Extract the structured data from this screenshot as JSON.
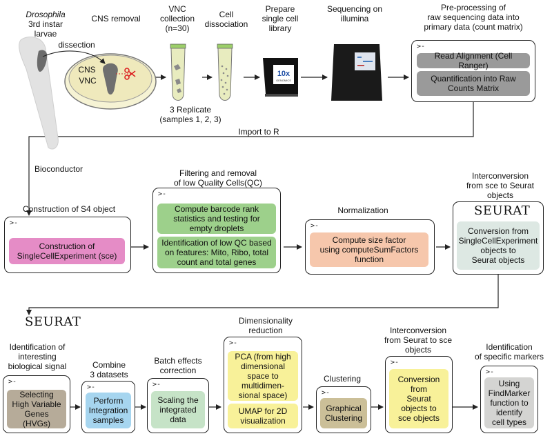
{
  "colors": {
    "gray": "#9a9a9a",
    "pink": "#e58cc6",
    "green": "#9dd08b",
    "peach": "#f6c7ac",
    "mint": "#dde8e3",
    "taupe": "#b6ab99",
    "blue": "#a6d5ef",
    "lightgreen": "#c6e3c7",
    "yellow": "#f8f199",
    "khaki": "#cbbf98",
    "lightgray": "#d4d4d2",
    "mauve": "#d7c6d2"
  },
  "top": {
    "larvae_species": "Drosophila",
    "larvae_stage": "3rd instar larvae",
    "cns_removal": "CNS removal",
    "dissection": "dissection",
    "cns": "CNS",
    "vnc": "VNC",
    "vnc_collection": "VNC\ncollection\n(n=30)",
    "cell_dissociation": "Cell\ndissociation",
    "prepare_library": "Prepare\nsingle cell\nlibrary",
    "sequencing": "Sequencing on\nillumina",
    "replicate": "3 Replicate\n(samples 1, 2, 3)",
    "preprocessing_title": "Pre-processing of\nraw sequencing data into\nprimary data (count matrix)",
    "read_alignment": "Read Alignment (Cell Ranger)",
    "quantification": "Quantification into Raw\nCounts Matrix",
    "tenx_logo": "10x",
    "tenx_sub": "GENOMICS"
  },
  "connectors": {
    "import_to_r": "Import to R",
    "bioconductor": "Bioconductor"
  },
  "middle": {
    "s4_title": "Construction of S4 object",
    "s4_box": "Construction of\nSingleCellExperiment (sce)",
    "filter_title": "Filtering and removal\nof low Quality Cells(QC)",
    "filter_box1": "Compute barcode rank\nstatistics and testing for\nempty droplets",
    "filter_box2": "Identification of low QC based\non features: Mito, Ribo, total\ncount and total genes",
    "norm_title": "Normalization",
    "norm_box": "Compute size factor\nusing  computeSumFactors\nfunction",
    "interconv_title": "Interconversion\nfrom sce to Seurat\nobjects",
    "seurat_logo": "SEURAT",
    "interconv_box": "Conversion from\nSingleCellExperiment\nobjects to\nSeurat objects"
  },
  "bottom": {
    "seurat_logo": "SEURAT",
    "hvg_title": "Identification of\ninteresting\nbiological signal",
    "hvg_box": "Selecting\nHigh Variable\nGenes (HVGs)",
    "combine_title": "Combine\n3 datasets",
    "combine_box": "Perform\nIntegration\nsamples",
    "batch_title": "Batch effects\ncorrection",
    "batch_box": "Scaling the\nintegrated\ndata",
    "dimred_title": "Dimensionality\nreduction",
    "pca_box": "PCA (from high\ndimensional\nspace to\nmultidimen-\nsional space)",
    "umap_box": "UMAP for 2D\nvisualization",
    "cluster_title": "Clustering",
    "cluster_box": "Graphical\nClustering",
    "conv_title": "Interconversion\nfrom Seurat to sce\nobjects",
    "conv_box": "Conversion\nfrom\nSeurat\nobjects to\nsce objects",
    "markers_title": "Identification\nof specific markers",
    "markers_box": "Using\nFindMarker\nfunction to\nidentify\ncell types"
  },
  "prompt_symbol": ">-"
}
